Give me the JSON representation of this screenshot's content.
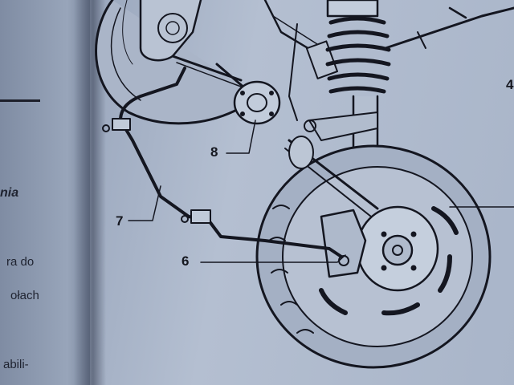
{
  "left_page": {
    "fragments": [
      "nia",
      "ra do",
      "ołach",
      "abili-"
    ]
  },
  "figure": {
    "callouts": [
      "8",
      "7",
      "6",
      "4"
    ]
  }
}
